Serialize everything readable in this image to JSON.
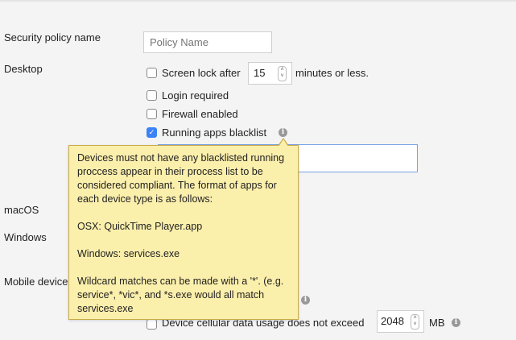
{
  "form": {
    "policy_name_label": "Security policy name",
    "policy_name_placeholder": "Policy Name",
    "policy_name_value": "",
    "desktop_label": "Desktop",
    "macos_label": "macOS",
    "windows_label": "Windows",
    "mobile_label": "Mobile device",
    "desktop_options": {
      "screen_lock_label": "Screen lock after",
      "screen_lock_value": "15",
      "screen_lock_suffix": "minutes or less.",
      "screen_lock_checked": false,
      "login_required_label": "Login required",
      "login_required_checked": false,
      "firewall_label": "Firewall enabled",
      "firewall_checked": false,
      "blacklist_label": "Running apps blacklist",
      "blacklist_checked": true,
      "blacklist_value": ""
    },
    "mobile_options": {
      "cellular_label": "Device cellular data usage does not exceed",
      "cellular_value": "2048",
      "cellular_unit": "MB",
      "cellular_checked": false
    }
  },
  "tooltip": {
    "p1": "Devices must not have any blacklisted running proccess appear in their process list to be considered compliant. The format of apps for each device type is as follows:",
    "p2": "OSX: QuickTime Player.app",
    "p3": "Windows: services.exe",
    "p4": "Wildcard matches can be made with a '*'. (e.g. service*, *vic*, and *s.exe would all match services.exe"
  },
  "icons": {
    "info": "info-icon",
    "check": "checkmark-icon",
    "spinner": "spinner-arrows-icon"
  },
  "colors": {
    "accent": "#3b82f6",
    "tooltip_bg": "#fbefac",
    "tooltip_border": "#c9ac48",
    "background": "#f4f4f4"
  }
}
